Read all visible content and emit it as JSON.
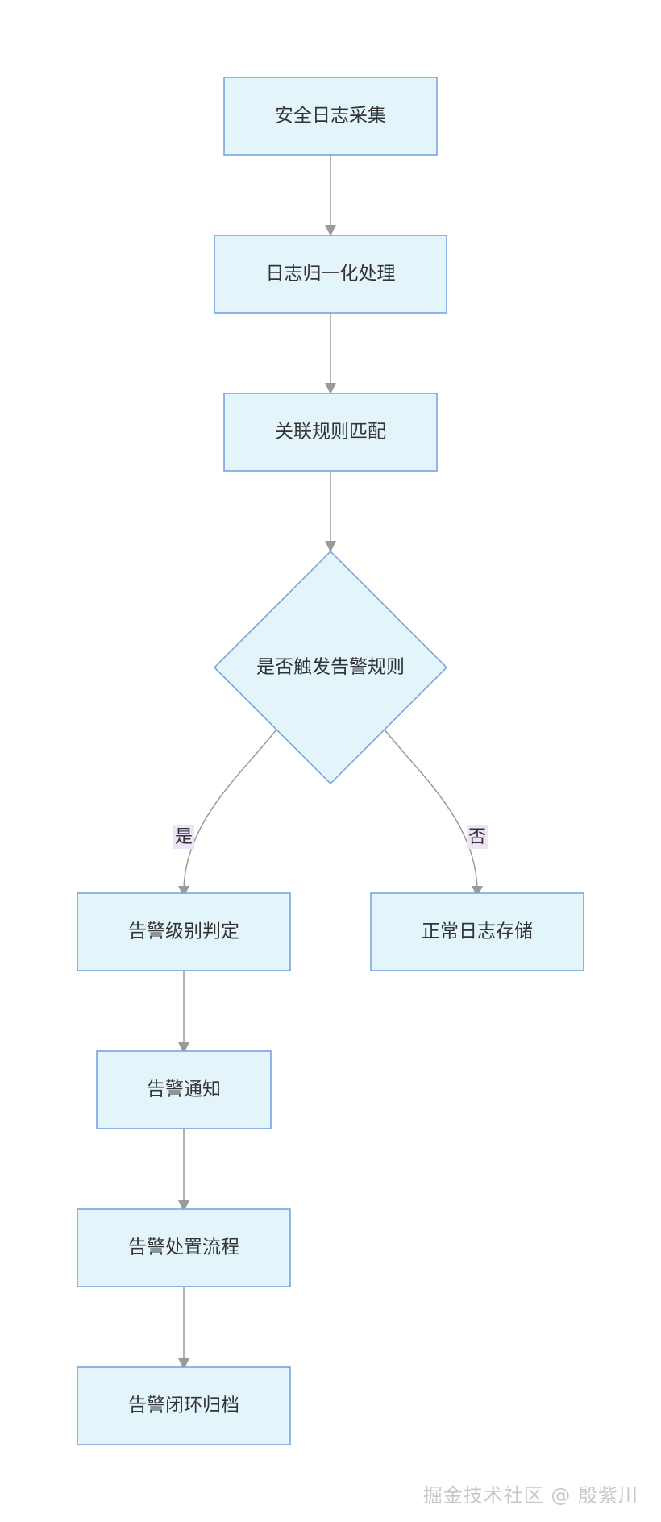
{
  "nodes": {
    "collect": "安全日志采集",
    "normalize": "日志归一化处理",
    "correlate": "关联规则匹配",
    "decision": "是否触发告警规则",
    "level": "告警级别判定",
    "store": "正常日志存储",
    "notify": "告警通知",
    "handle": "告警处置流程",
    "archive": "告警闭环归档"
  },
  "edge_labels": {
    "yes": "是",
    "no": "否"
  },
  "watermark": "掘金技术社区 @ 殷紫川",
  "colors": {
    "node_fill": "#e3f4fb",
    "node_border": "#6f9fe0",
    "edge": "#9a9a9a",
    "edge_label_bg": "#efe3f7"
  }
}
